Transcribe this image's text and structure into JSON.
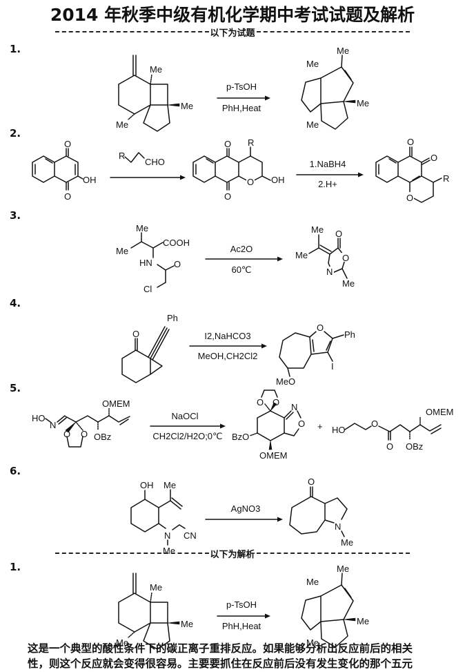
{
  "title": "2014 年秋季中级有机化学期中考试试题及解析",
  "sections": {
    "questions_header": "以下为试题",
    "answers_header": "以下为解析"
  },
  "questions": [
    {
      "number": "1.",
      "reagents_top": "p-TsOH",
      "reagents_bottom": "PhH,Heat",
      "labels": [
        "Me",
        "Me",
        "Me",
        "Me",
        "Me",
        "Me",
        "Me"
      ]
    },
    {
      "number": "2.",
      "reagent_a": "R",
      "reagent_a2": "CHO",
      "reagents_top": "1.NaBH4",
      "reagents_bottom": "2.H+",
      "labels": [
        "O",
        "O",
        "OH",
        "O",
        "O",
        "R",
        "O",
        "OH",
        "O",
        "O",
        "R",
        "O"
      ]
    },
    {
      "number": "3.",
      "reagents_top": "Ac2O",
      "reagents_bottom": "60℃",
      "labels": [
        "Me",
        "Me",
        "COOH",
        "HN",
        "O",
        "Cl",
        "Me",
        "Me",
        "O",
        "O",
        "N",
        "Me"
      ]
    },
    {
      "number": "4.",
      "reagents_top": "I2,NaHCO3",
      "reagents_bottom": "MeOH,CH2Cl2",
      "labels": [
        "Ph",
        "O",
        "O",
        "Ph",
        "I",
        "MeO"
      ]
    },
    {
      "number": "5.",
      "reagents_top": "NaOCl",
      "reagents_bottom": "CH2Cl2/H2O;0℃",
      "plus": "+",
      "labels": [
        "HO",
        "N",
        "O",
        "O",
        "OMEM",
        "OBz",
        "O",
        "O",
        "N",
        "O",
        "BzO",
        "OMEM",
        "HO",
        "O",
        "O",
        "OMEM",
        "OBz"
      ]
    },
    {
      "number": "6.",
      "reagents_top": "AgNO3",
      "labels": [
        "OH",
        "Me",
        "N",
        "CN",
        "Me",
        "O",
        "N",
        "Me"
      ]
    }
  ],
  "answers": [
    {
      "number": "1.",
      "reagents_top": "p-TsOH",
      "reagents_bottom": "PhH,Heat",
      "labels": [
        "Me",
        "Me",
        "Me",
        "Me",
        "Me",
        "Me",
        "Me"
      ],
      "explanation_line1": "这是一个典型的酸性条件下的碳正离子重排反应。如果能够分析出反应前后的相关",
      "explanation_line2": "性，则这个反应就会变得很容易。主要要抓住在反应前后没有发生变化的那个五元"
    }
  ]
}
